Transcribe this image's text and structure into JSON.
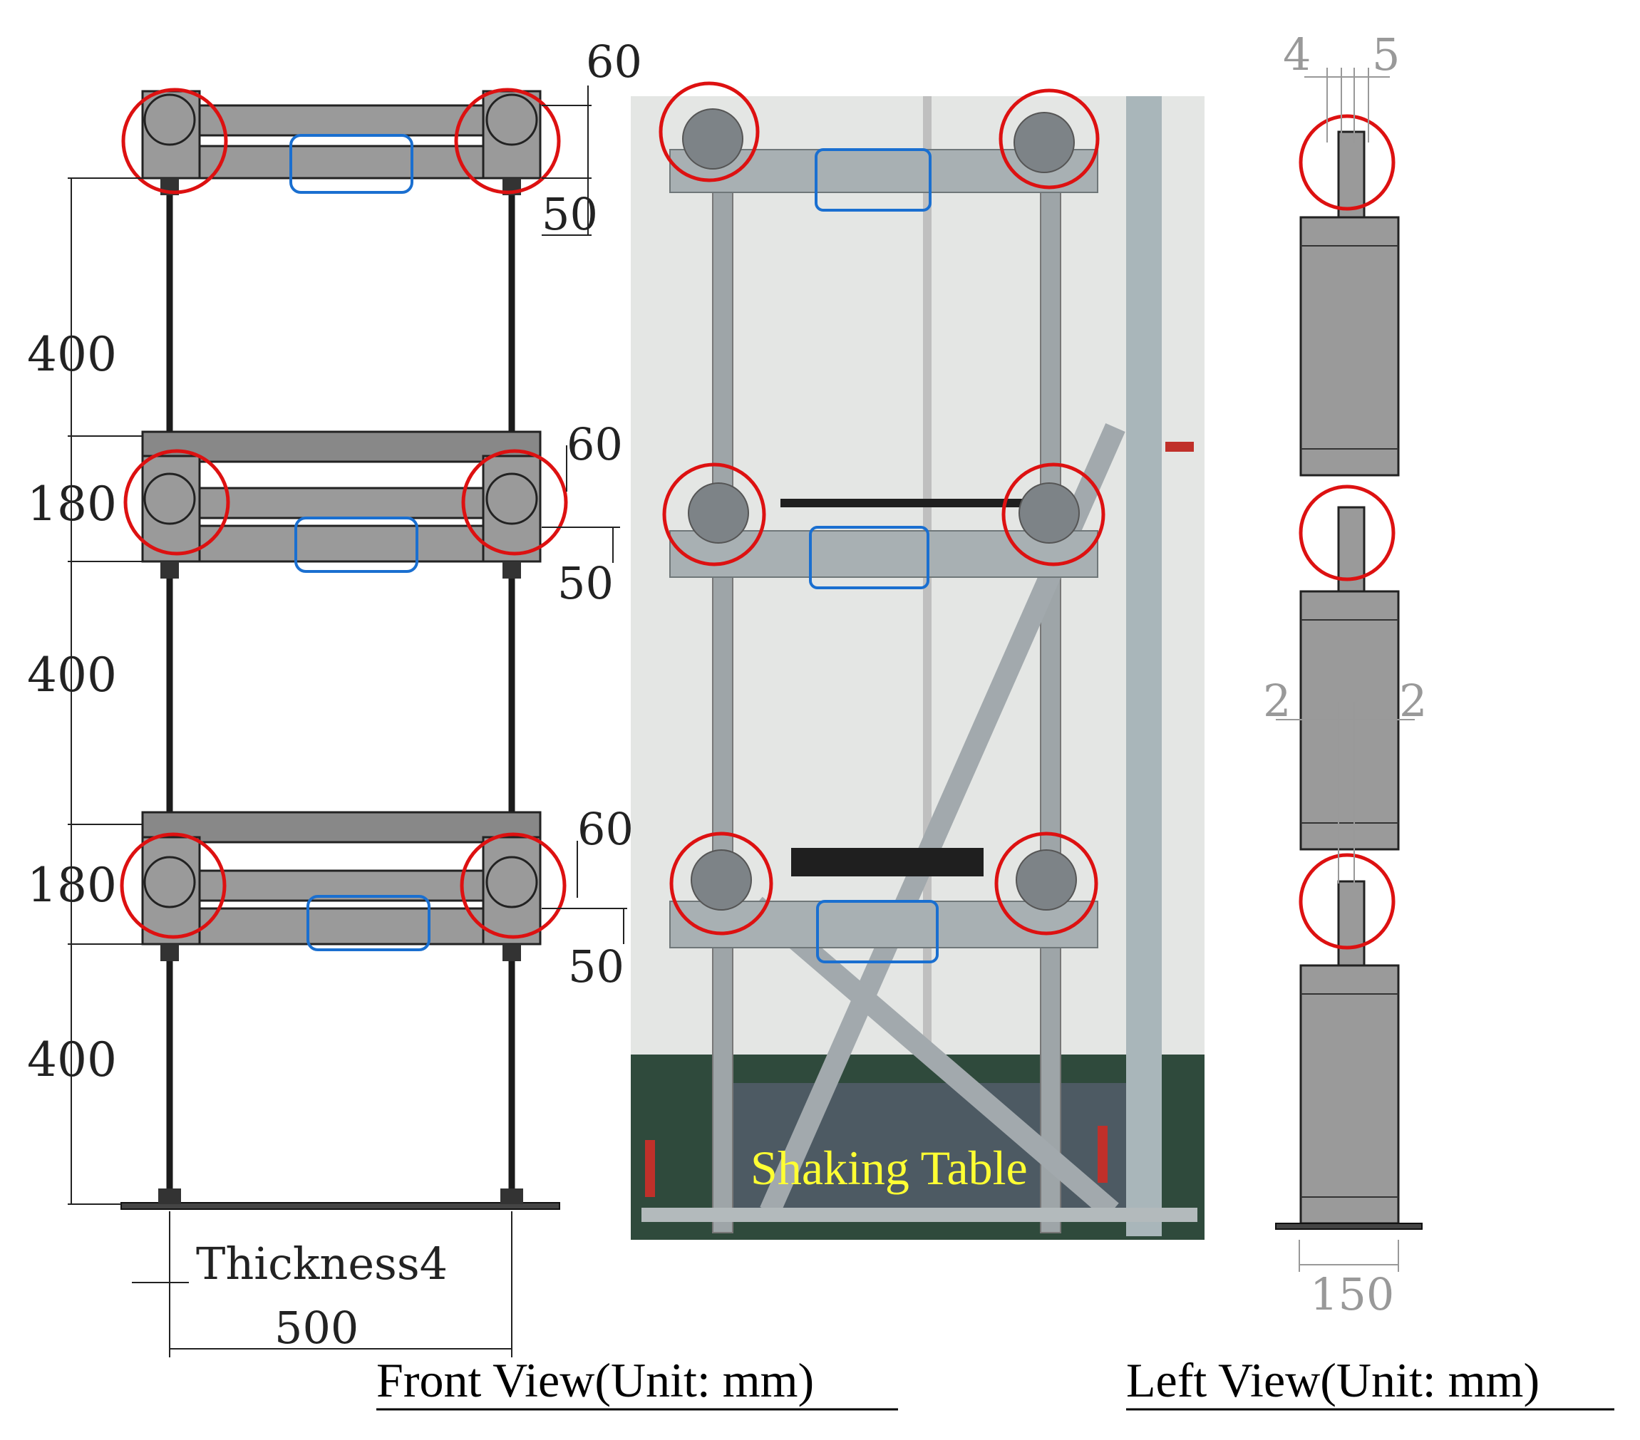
{
  "front_dims": {
    "d60_top": "60",
    "d50_top": "50",
    "d400_top": "400",
    "d180_mid": "180",
    "d60_mid": "60",
    "d50_mid": "50",
    "d400_mid": "400",
    "d180_low": "180",
    "d60_low": "60",
    "d50_low": "50",
    "d400_low": "400",
    "thickness": "Thickness4",
    "width": "500"
  },
  "photo": {
    "label": "Shaking Table"
  },
  "left_dims": {
    "d4": "4",
    "d5": "5",
    "d2_left": "2",
    "d2_right": "2",
    "d150": "150"
  },
  "captions": {
    "front": "Front View(Unit: mm)",
    "left": "Left View(Unit: mm)"
  },
  "colors": {
    "joint_circle": "#dd1111",
    "mass_box": "#1a6fd0",
    "part_fill": "#9a9a9a",
    "label_yellow": "#ffff33"
  }
}
